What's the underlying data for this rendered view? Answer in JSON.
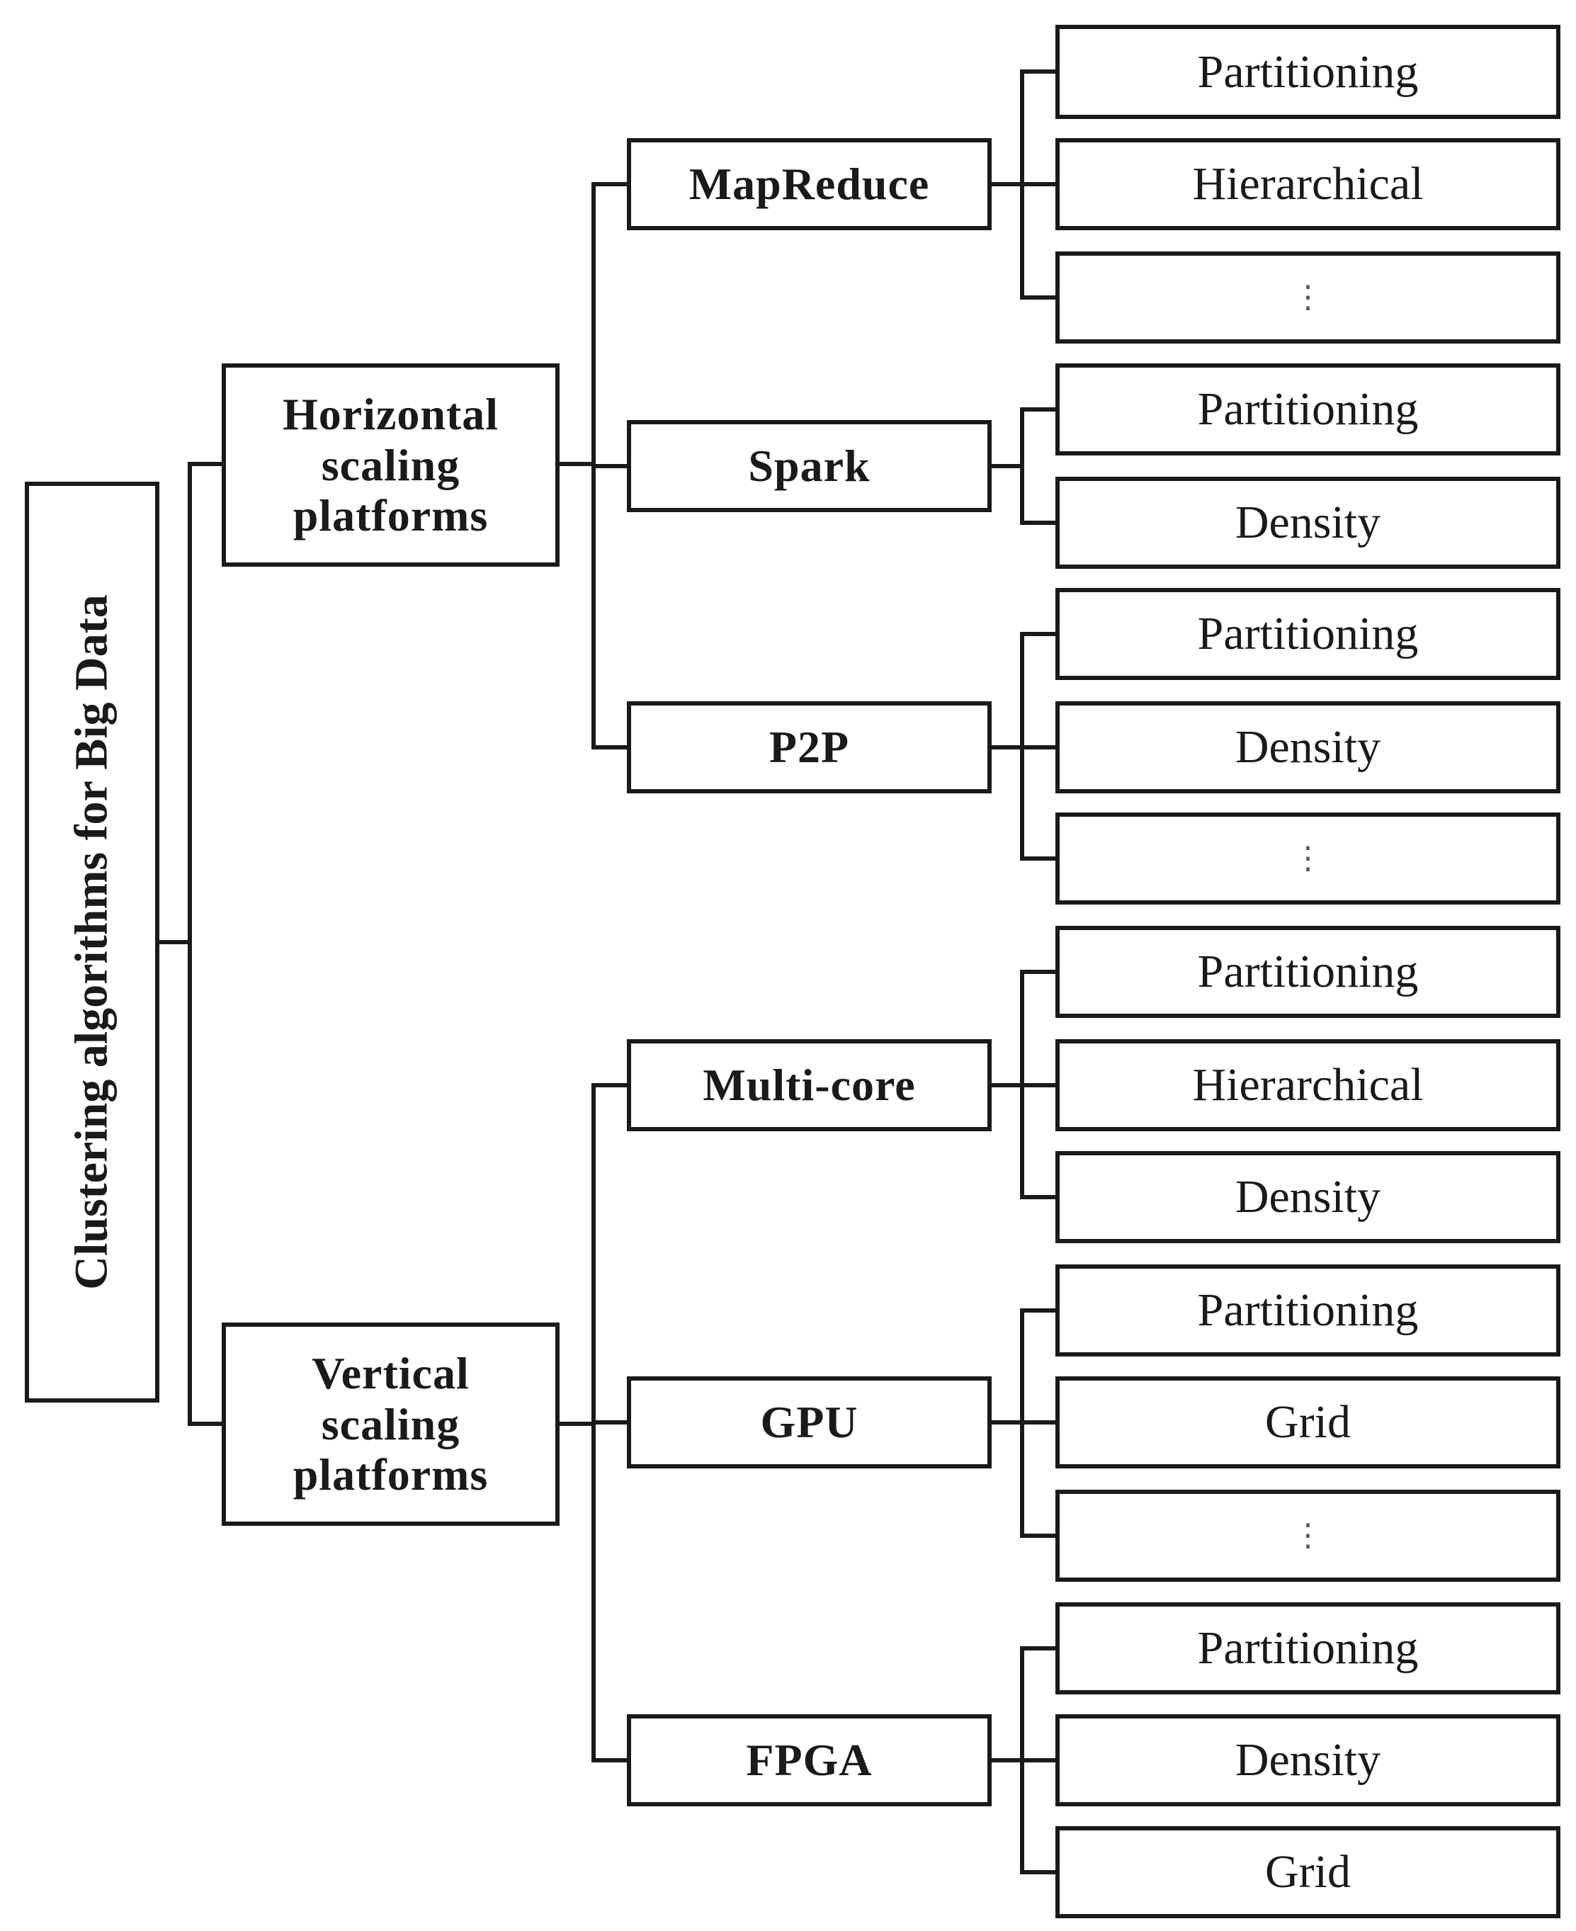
{
  "root": {
    "label": "Clustering algorithms for Big Data"
  },
  "groups": [
    {
      "label": "Horizontal\nscaling\nplatforms",
      "platforms": [
        {
          "label": "MapReduce",
          "algorithms": [
            "Partitioning",
            "Hierarchical",
            "⋮"
          ]
        },
        {
          "label": "Spark",
          "algorithms": [
            "Partitioning",
            "Density"
          ]
        },
        {
          "label": "P2P",
          "algorithms": [
            "Partitioning",
            "Density",
            "⋮"
          ]
        }
      ]
    },
    {
      "label": "Vertical\nscaling\nplatforms",
      "platforms": [
        {
          "label": "Multi-core",
          "algorithms": [
            "Partitioning",
            "Hierarchical",
            "Density"
          ]
        },
        {
          "label": "GPU",
          "algorithms": [
            "Partitioning",
            "Grid",
            "⋮"
          ]
        },
        {
          "label": "FPGA",
          "algorithms": [
            "Partitioning",
            "Density",
            "Grid"
          ]
        }
      ]
    }
  ]
}
